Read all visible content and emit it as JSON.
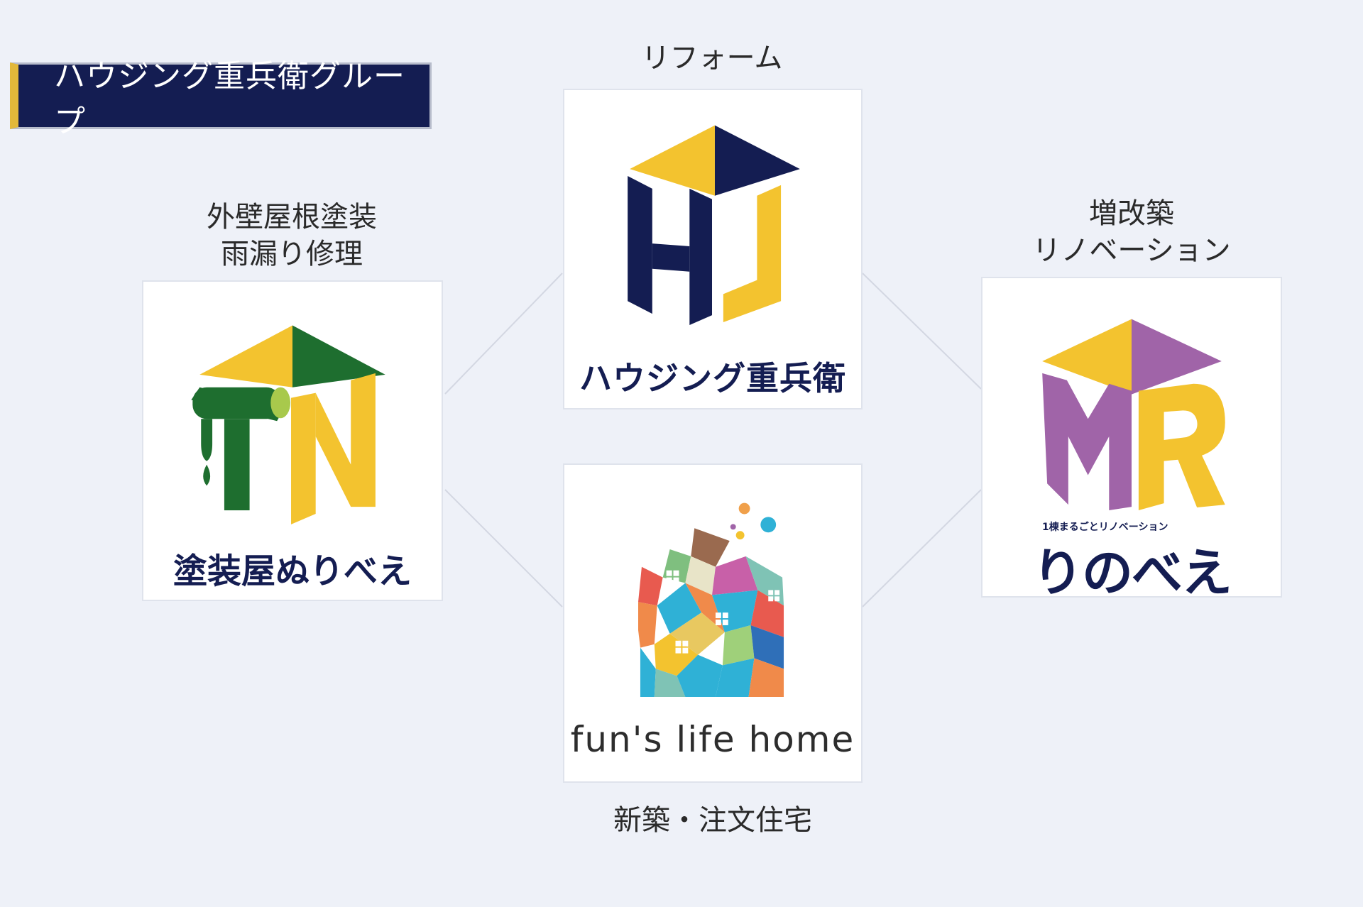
{
  "group_title": "ハウジング重兵衛グループ",
  "center_top": {
    "caption": "リフォーム",
    "brand": "ハウジング重兵衛",
    "logo_icon": "hj-house-logo-icon"
  },
  "left": {
    "caption_lines": [
      "外壁屋根塗装",
      "雨漏り修理"
    ],
    "brand": "塗装屋ぬりべえ",
    "logo_icon": "tn-paint-roller-house-logo-icon"
  },
  "right": {
    "caption_lines": [
      "増改築",
      "リノベーション"
    ],
    "brand": "りのべえ",
    "tagline": "1棟まるごとリノベーション",
    "logo_icon": "mr-house-logo-icon"
  },
  "center_bottom": {
    "caption": "新築・注文住宅",
    "brand": "fun's life home",
    "logo_icon": "mosaic-house-logo-icon"
  },
  "colors": {
    "navy": "#141d52",
    "yellow": "#f3c32f",
    "green": "#1e6e2f",
    "purple": "#a064a8"
  }
}
